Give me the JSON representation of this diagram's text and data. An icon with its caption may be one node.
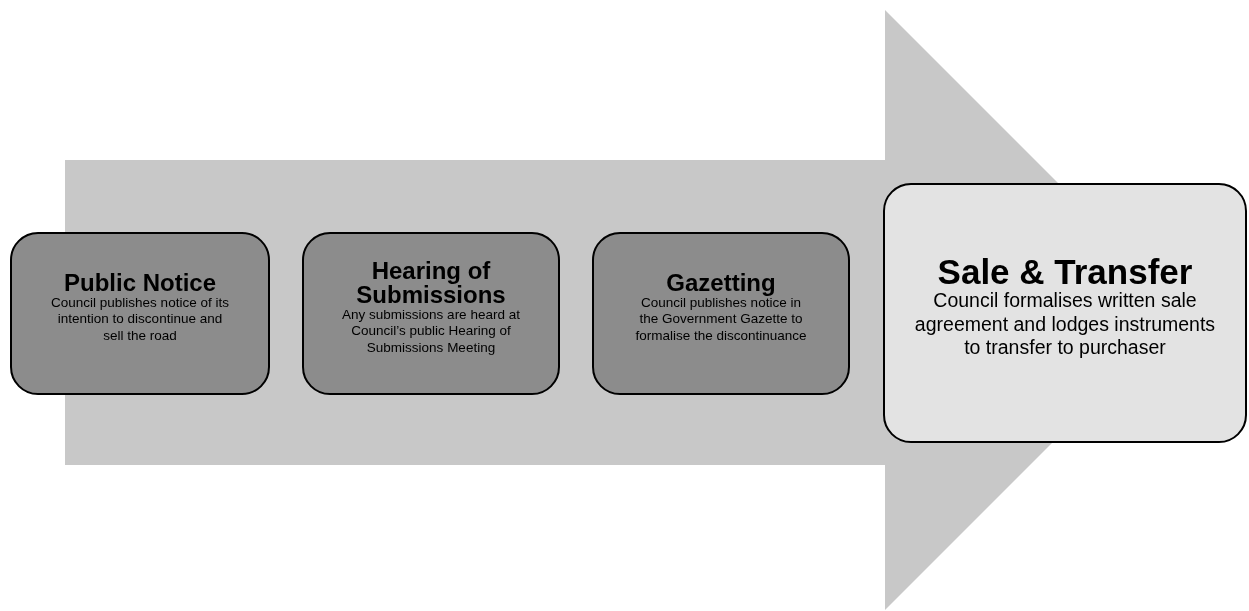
{
  "diagram": {
    "nodes": [
      {
        "text": [
          "Public Notice",
          "Council publishes notice of its intention to discontinue and sell the road"
        ]
      },
      {
        "text": [
          "Hearing of Submissions",
          "Any submissions are heard at Council’s public Hearing of Submissions Meeting"
        ]
      },
      {
        "text": [
          "Gazetting",
          "Council publishes notice in the Government Gazette to formalise the discontinuance"
        ]
      },
      {
        "text": [
          "Sale & Transfer",
          "Council formalises written sale agreement and lodges instruments to transfer to purchaser"
        ]
      }
    ],
    "edges": [
      {
        "from": 0,
        "to": 3,
        "arrow": "to"
      }
    ]
  }
}
